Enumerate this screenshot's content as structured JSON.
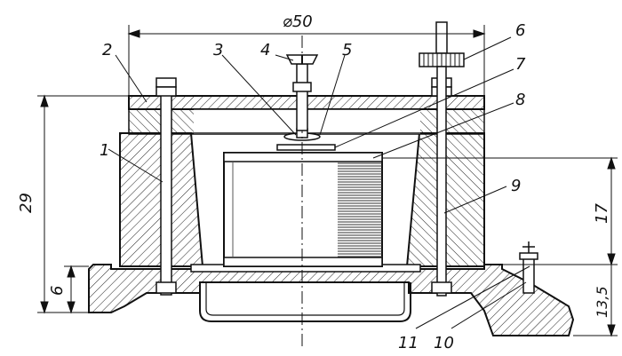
{
  "dimensions": {
    "diameter": "⌀50",
    "height_total": "29",
    "height_base": "6",
    "height_coil": "17",
    "height_foot": "13,5"
  },
  "callouts": {
    "c1": "1",
    "c2": "2",
    "c3": "3",
    "c4": "4",
    "c5": "5",
    "c6": "6",
    "c7": "7",
    "c8": "8",
    "c9": "9",
    "c10": "10",
    "c11": "11"
  }
}
